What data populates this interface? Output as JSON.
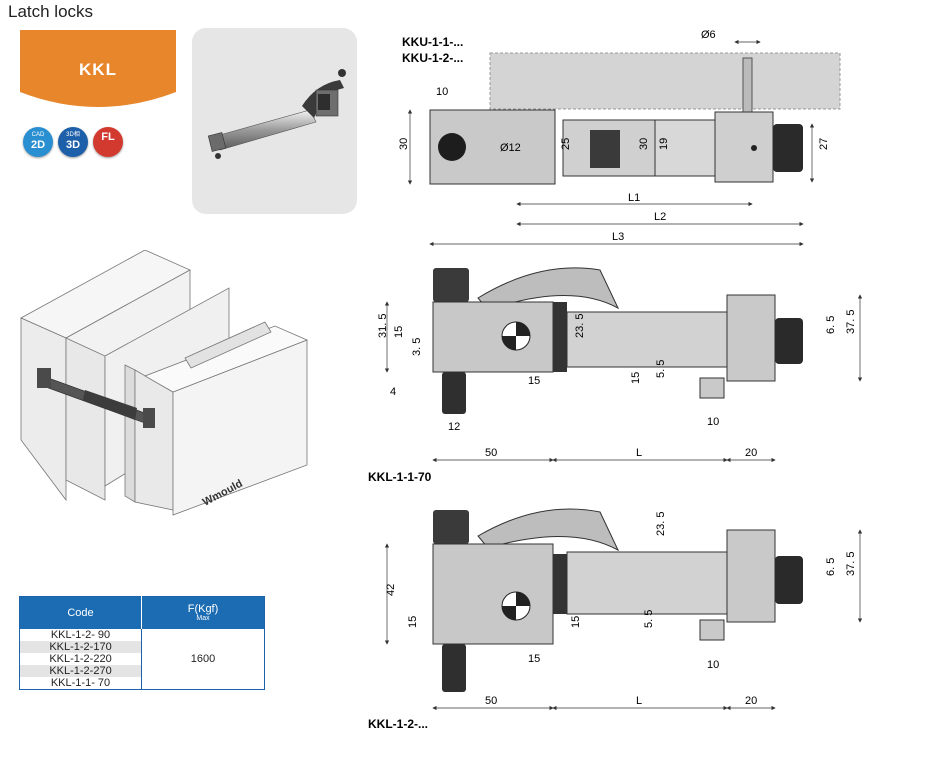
{
  "page": {
    "title": "Latch locks"
  },
  "model_tab": {
    "label": "KKL",
    "color": "#e8862c"
  },
  "badges": [
    {
      "top": "CAD",
      "main": "2D",
      "color": "#2a8fd0"
    },
    {
      "top": "3D相",
      "main": "3D",
      "color": "#1d5fa8"
    },
    {
      "top": "",
      "main": "FL",
      "color": "#d23a30"
    }
  ],
  "spec_table": {
    "header_code": "Code",
    "header_force": "F(Kgf)",
    "header_force_sub": "Max",
    "rows": [
      "KKL-1-2- 90",
      "KKL-1-2-170",
      "KKL-1-2-220",
      "KKL-1-2-270",
      "KKL-1-1- 70"
    ],
    "force_value": "1600"
  },
  "mould_brand": "Wmould",
  "drawings": {
    "top": {
      "variants": [
        "KKU-1-1-...",
        "KKU-1-2-..."
      ],
      "dims": {
        "pin_dia": "Ø6",
        "bore": "Ø12",
        "w10": "10",
        "h30": "30",
        "h25": "25",
        "h30b": "30",
        "h19": "19",
        "h27": "27",
        "l1": "L1",
        "l2": "L2",
        "l3": "L3"
      }
    },
    "mid": {
      "caption": "KKL-1-1-70",
      "dims": {
        "d31_5": "31. 5",
        "d15": "15",
        "d3_5": "3. 5",
        "d4": "4",
        "d12": "12",
        "d15b": "15",
        "d23_5": "23. 5",
        "d15c": "15",
        "d5_5": "5. 5",
        "d10": "10",
        "d6_5": "6. 5",
        "d37_5": "37. 5",
        "d50": "50",
        "L": "L",
        "d20": "20"
      }
    },
    "bot": {
      "caption": "KKL-1-2-...",
      "dims": {
        "d42": "42",
        "d15": "15",
        "d15b": "15",
        "d15c": "15",
        "d23_5": "23. 5",
        "d5_5": "5. 5",
        "d10": "10",
        "d6_5": "6. 5",
        "d37_5": "37. 5",
        "d50": "50",
        "L": "L",
        "d20": "20"
      }
    }
  }
}
